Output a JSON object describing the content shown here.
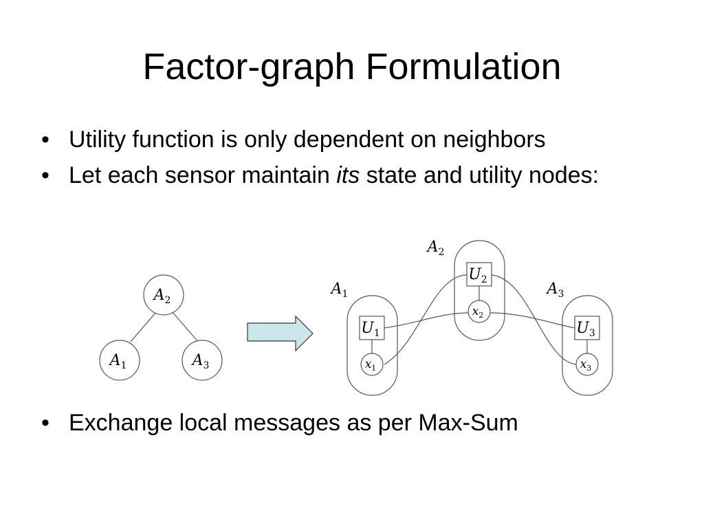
{
  "slide": {
    "title": "Factor-graph Formulation",
    "bullet_1": "Utility function is only dependent on neighbors",
    "bullet_2_before": "Let each sensor maintain ",
    "bullet_2_emph": "its",
    "bullet_2_after": " state and utility nodes:",
    "bullet_3": "Exchange local messages as per Max-Sum"
  },
  "left_graph": {
    "nodes": [
      {
        "letter": "A",
        "index": "2"
      },
      {
        "letter": "A",
        "index": "1"
      },
      {
        "letter": "A",
        "index": "3"
      }
    ]
  },
  "factor_graph": {
    "agents": [
      {
        "letter": "A",
        "index": "1",
        "utility": "U",
        "utility_index": "1",
        "state": "x",
        "state_index": "1"
      },
      {
        "letter": "A",
        "index": "2",
        "utility": "U",
        "utility_index": "2",
        "state": "x",
        "state_index": "2"
      },
      {
        "letter": "A",
        "index": "3",
        "utility": "U",
        "utility_index": "3",
        "state": "x",
        "state_index": "3"
      }
    ]
  },
  "colors": {
    "arrow_fill": "#cce7ea",
    "stroke": "#555555"
  }
}
